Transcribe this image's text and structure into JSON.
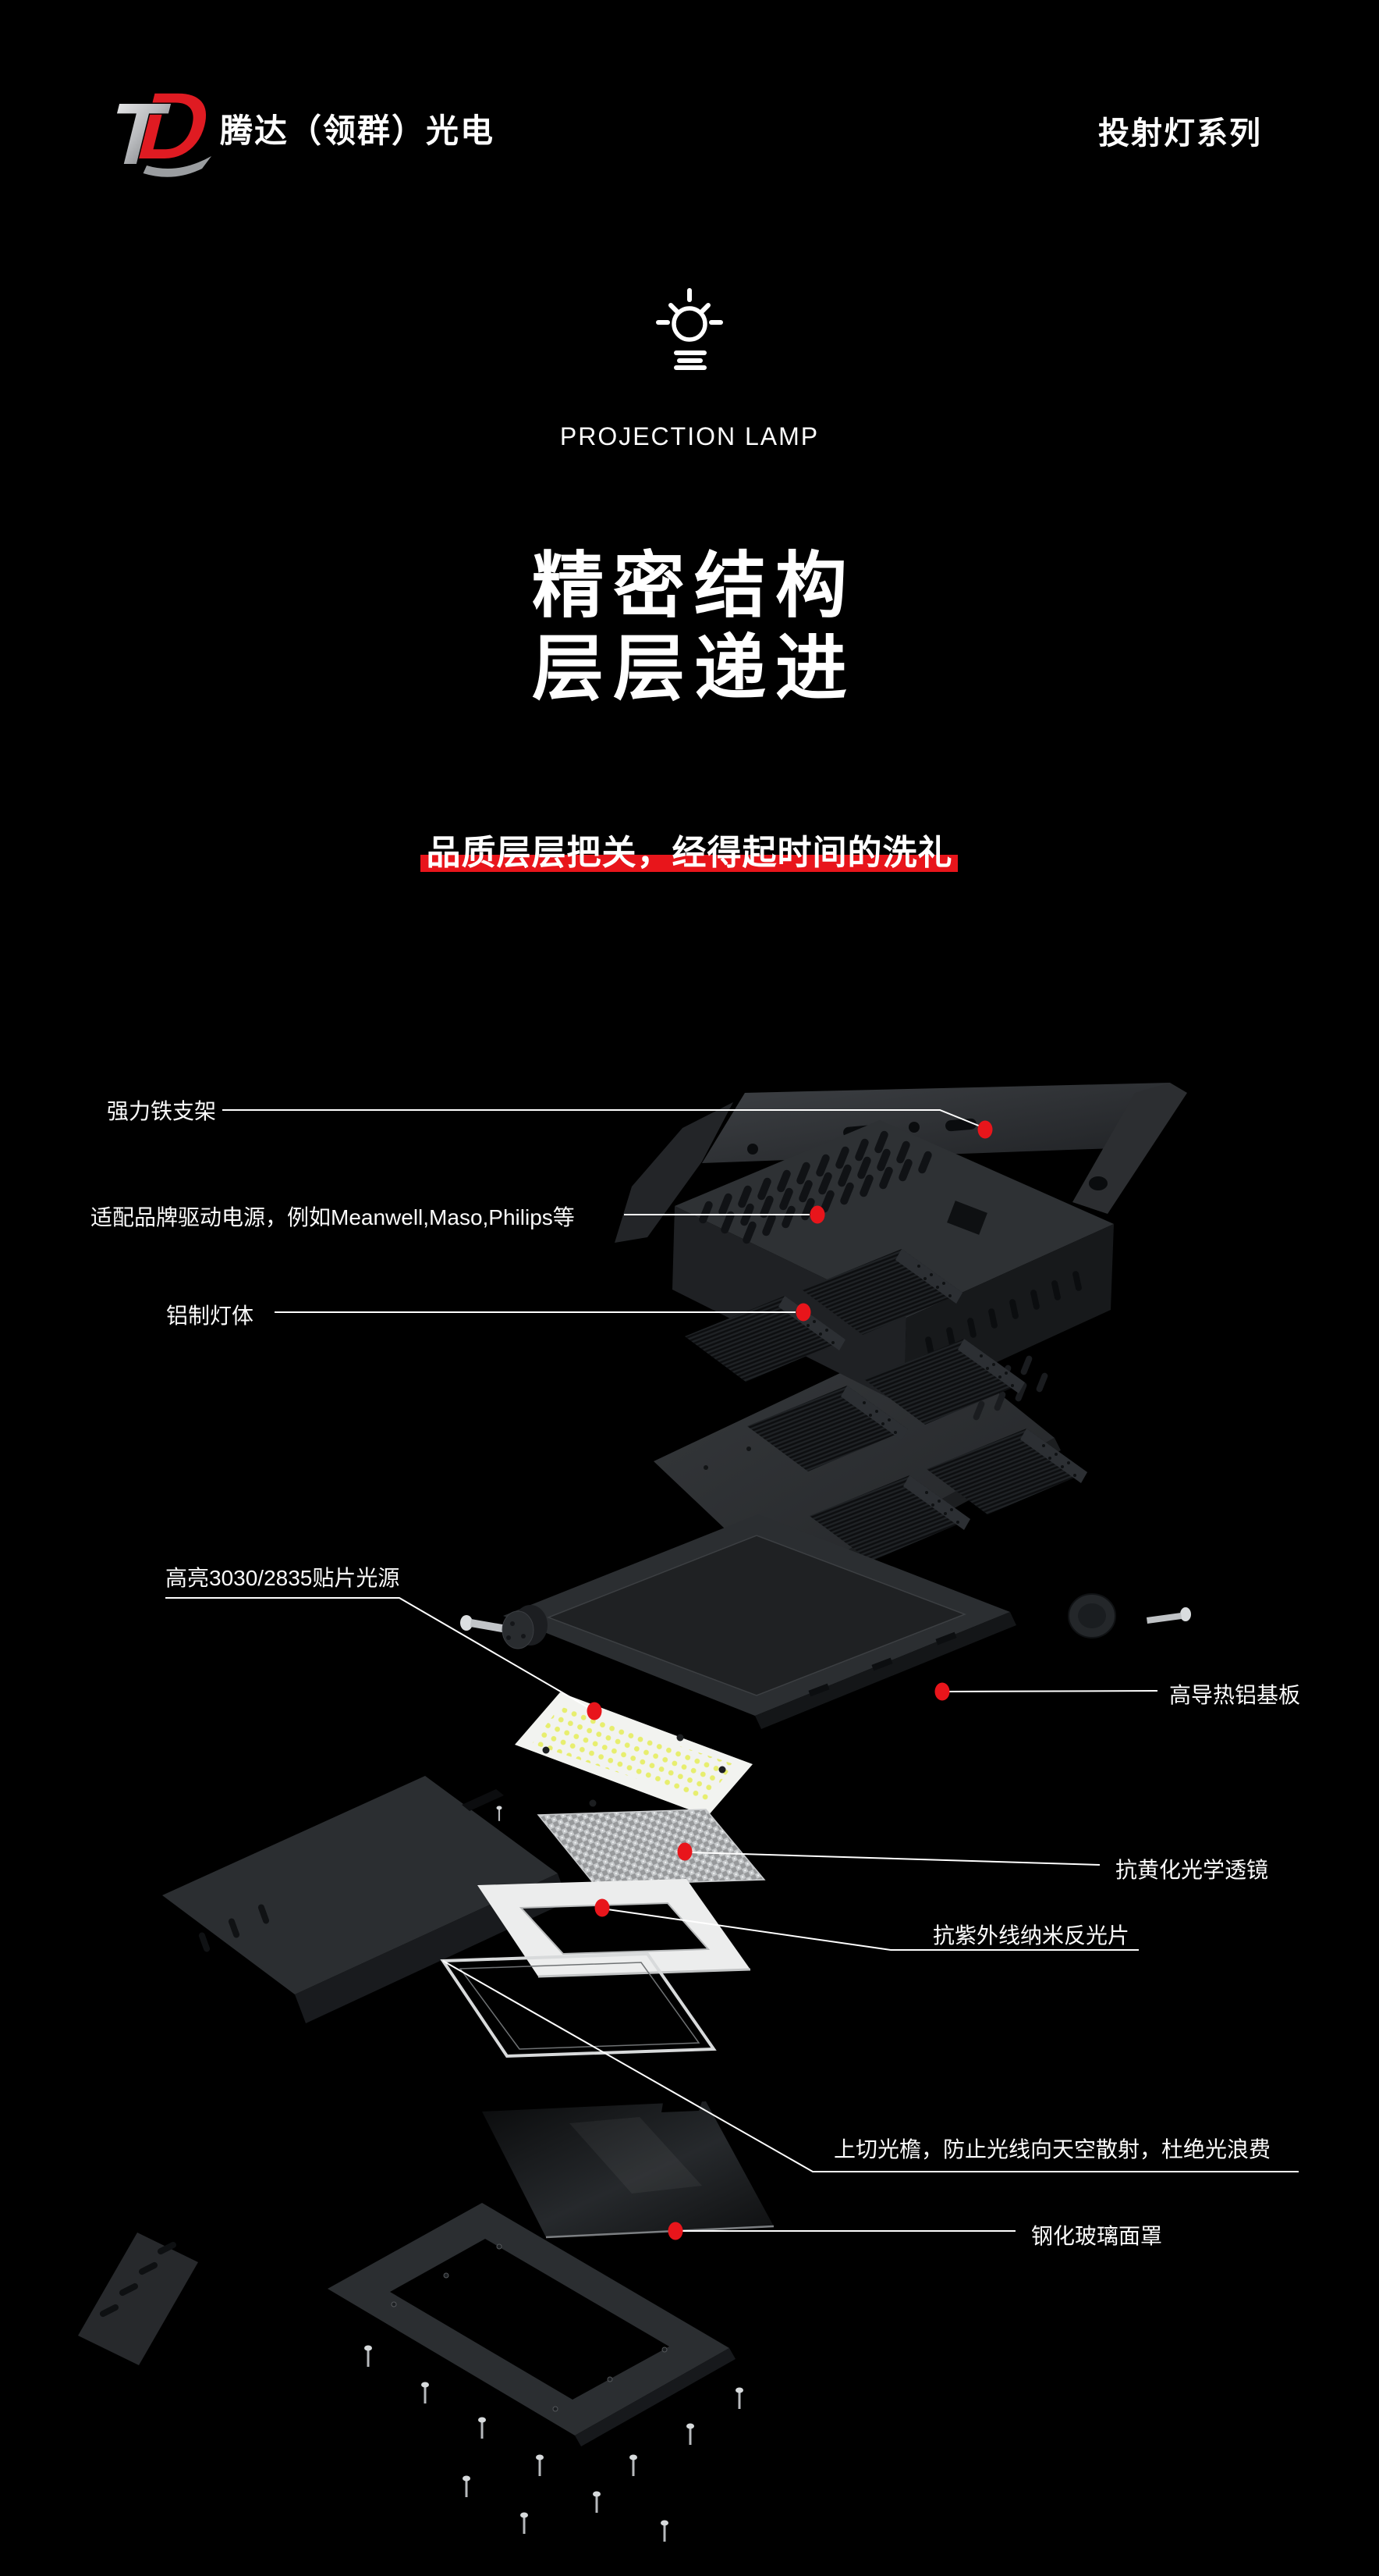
{
  "header": {
    "logo": {
      "monogram_t": "T",
      "monogram_d": "D"
    },
    "brand": "腾达（领群）光电",
    "series": "投射灯系列"
  },
  "hero": {
    "icon": "lightbulb-icon",
    "eyebrow": "PROJECTION LAMP",
    "title_line1": "精密结构",
    "title_line2": "层层递进",
    "subtitle": "品质层层把关，经得起时间的洗礼"
  },
  "colors": {
    "background": "#000000",
    "text": "#FFFFFF",
    "accent_red": "#E8151B",
    "logo_red": "#DF1B22",
    "logo_silver": "#C9CBCE"
  },
  "diagram": {
    "callouts": [
      {
        "id": "bracket",
        "label": "强力铁支架",
        "side": "left"
      },
      {
        "id": "driver",
        "label": "适配品牌驱动电源，例如Meanwell,Maso,Philips等",
        "side": "left"
      },
      {
        "id": "housing",
        "label": "铝制灯体",
        "side": "left"
      },
      {
        "id": "led-source",
        "label": "高亮3030/2835贴片光源",
        "side": "left"
      },
      {
        "id": "mcpcb",
        "label": "高导热铝基板",
        "side": "right"
      },
      {
        "id": "lens",
        "label": "抗黄化光学透镜",
        "side": "right"
      },
      {
        "id": "reflector",
        "label": "抗紫外线纳米反光片",
        "side": "right"
      },
      {
        "id": "visor",
        "label": "上切光檐，防止光线向天空散射，杜绝光浪费",
        "side": "right"
      },
      {
        "id": "glass",
        "label": "钢化玻璃面罩",
        "side": "right"
      }
    ]
  }
}
